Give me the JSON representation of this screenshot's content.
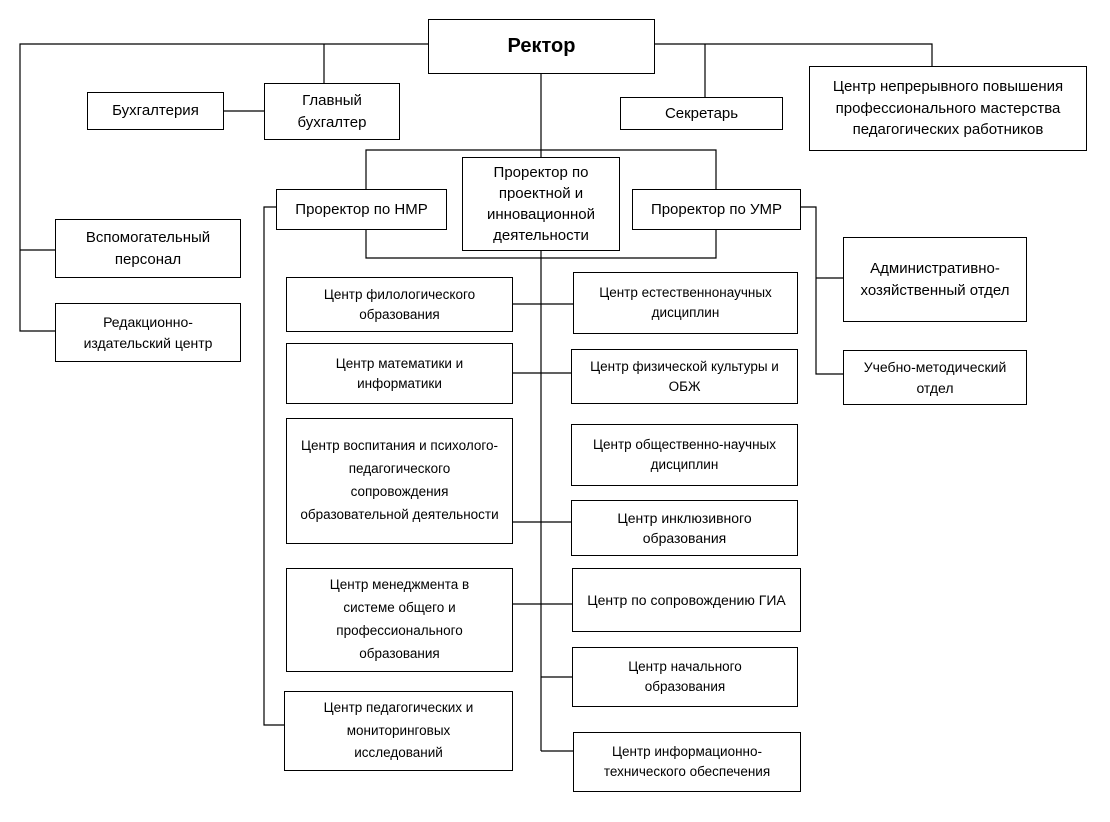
{
  "rector": "Ректор",
  "accounting": "Бухгалтерия",
  "chief_accountant": "Главный бухгалтер",
  "secretary": "Секретарь",
  "training_center": "Центр непрерывного повышения профессионального мастерства педагогических  работников",
  "vice_project": "Проректор по проектной и инновационной деятельности",
  "vice_nmr": "Проректор по НМР",
  "vice_umr": "Проректор по УМР",
  "aux_staff": "Вспомогательный персонал",
  "publishing": "Редакционно-издательский центр",
  "admin_dept": "Административно-хозяйственный отдел",
  "method_dept": "Учебно-методический отдел",
  "left_centers": [
    "Центр филологического образования",
    "Центр математики и информатики",
    "Центр воспитания и психолого-педагогического сопровождения образовательной деятельности",
    "Центр менеджмента в системе общего и профессионального образования",
    "Центр педагогических и мониторинговых исследований"
  ],
  "right_centers": [
    "Центр  естественнонаучных дисциплин",
    "Центр  физической культуры и ОБЖ",
    "Центр  общественно-научных дисциплин",
    "Центр инклюзивного образования",
    "Центр по сопровождению ГИА",
    "Центр начального образования",
    "Центр информационно-технического обеспечения"
  ]
}
